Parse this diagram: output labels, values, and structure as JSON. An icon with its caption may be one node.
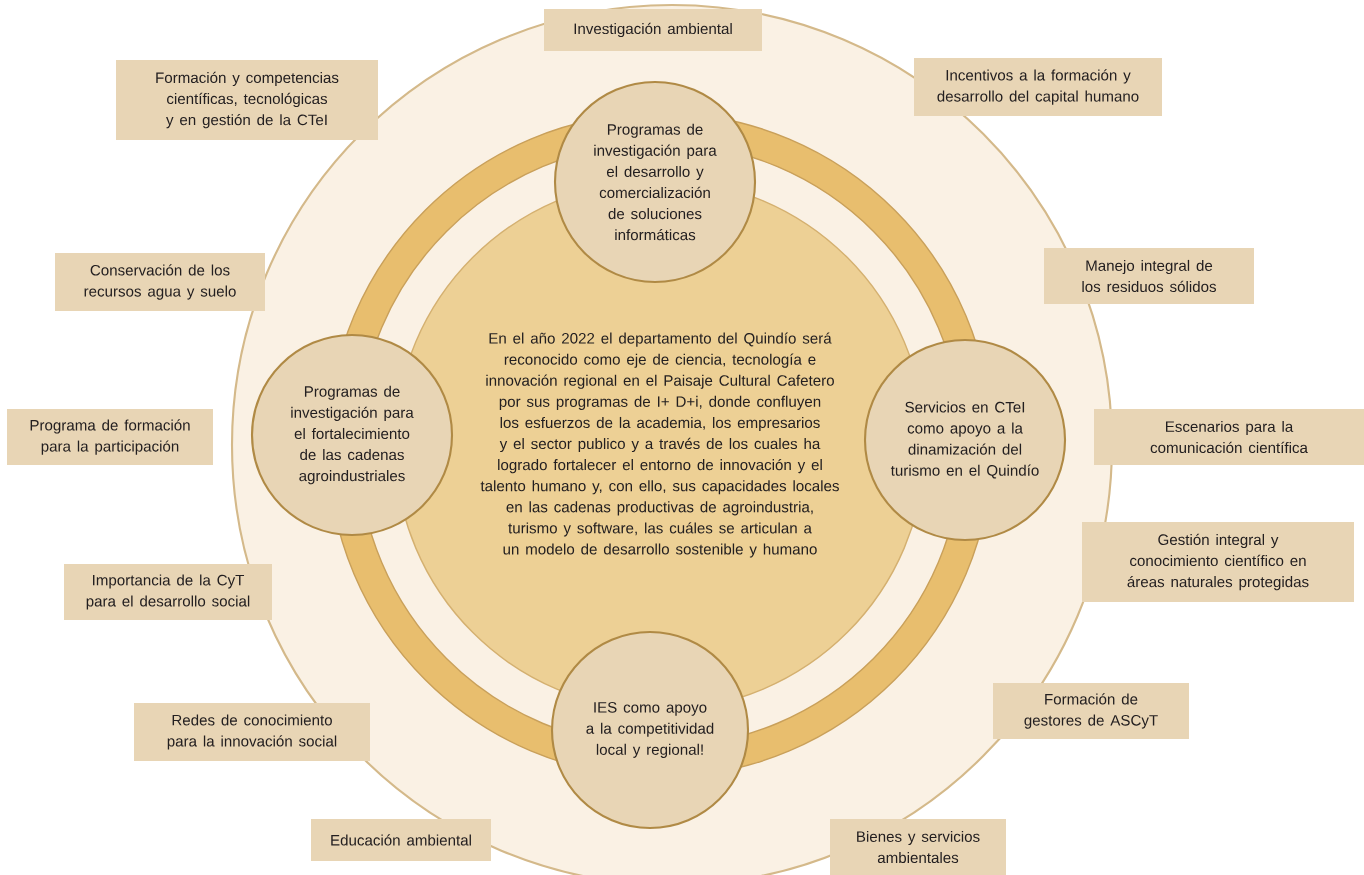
{
  "diagram": {
    "nodes": [
      {
        "text": [
          "Investigación ambiental"
        ]
      },
      {
        "text": [
          "Formación y competencias científicas, tecnológicas y en gestión de la CTeI"
        ]
      },
      {
        "text": [
          "Incentivos a la formación y desarrollo del capital humano"
        ]
      },
      {
        "text": [
          "Programas de investigación para el desarrollo y comercialización de soluciones informáticas"
        ]
      },
      {
        "text": [
          "Conservación de los recursos agua y suelo"
        ]
      },
      {
        "text": [
          "Manejo integral de los residuos sólidos"
        ]
      },
      {
        "text": [
          "Programas de investigación para el fortalecimiento de las cadenas agroindustriales"
        ]
      },
      {
        "text": [
          "En el año 2022 el departamento del Quindío será reconocido como eje de ciencia, tecnología e innovación regional en el Paisaje Cultural Cafetero por sus programas de I+ D+i, donde confluyen los esfuerzos de la academia, los empresarios y el sector publico y a través de los cuales ha logrado fortalecer el entorno de innovación y el talento humano y, con ello, sus capacidades locales en las cadenas productivas de agroindustria, turismo y software, las cuáles se articulan a un modelo de desarrollo sostenible y humano"
        ]
      },
      {
        "text": [
          "Servicios en CTeI como apoyo a la dinamización del turismo en el Quindío"
        ]
      },
      {
        "text": [
          "Programa de formación para la participación"
        ]
      },
      {
        "text": [
          "Escenarios para la comunicación científica"
        ]
      },
      {
        "text": [
          "Gestión integral y conocimiento científico en áreas naturales protegidas"
        ]
      },
      {
        "text": [
          "Importancia de la CyT para el desarrollo social"
        ]
      },
      {
        "text": [
          "Formación de gestores de ASCyT"
        ]
      },
      {
        "text": [
          "Redes de conocimiento para la innovación social"
        ]
      },
      {
        "text": [
          "IES como apoyo a la competitividad local y regional!"
        ]
      },
      {
        "text": [
          "Educación ambiental"
        ]
      },
      {
        "text": [
          "Bienes y servicios ambientales"
        ]
      }
    ]
  }
}
